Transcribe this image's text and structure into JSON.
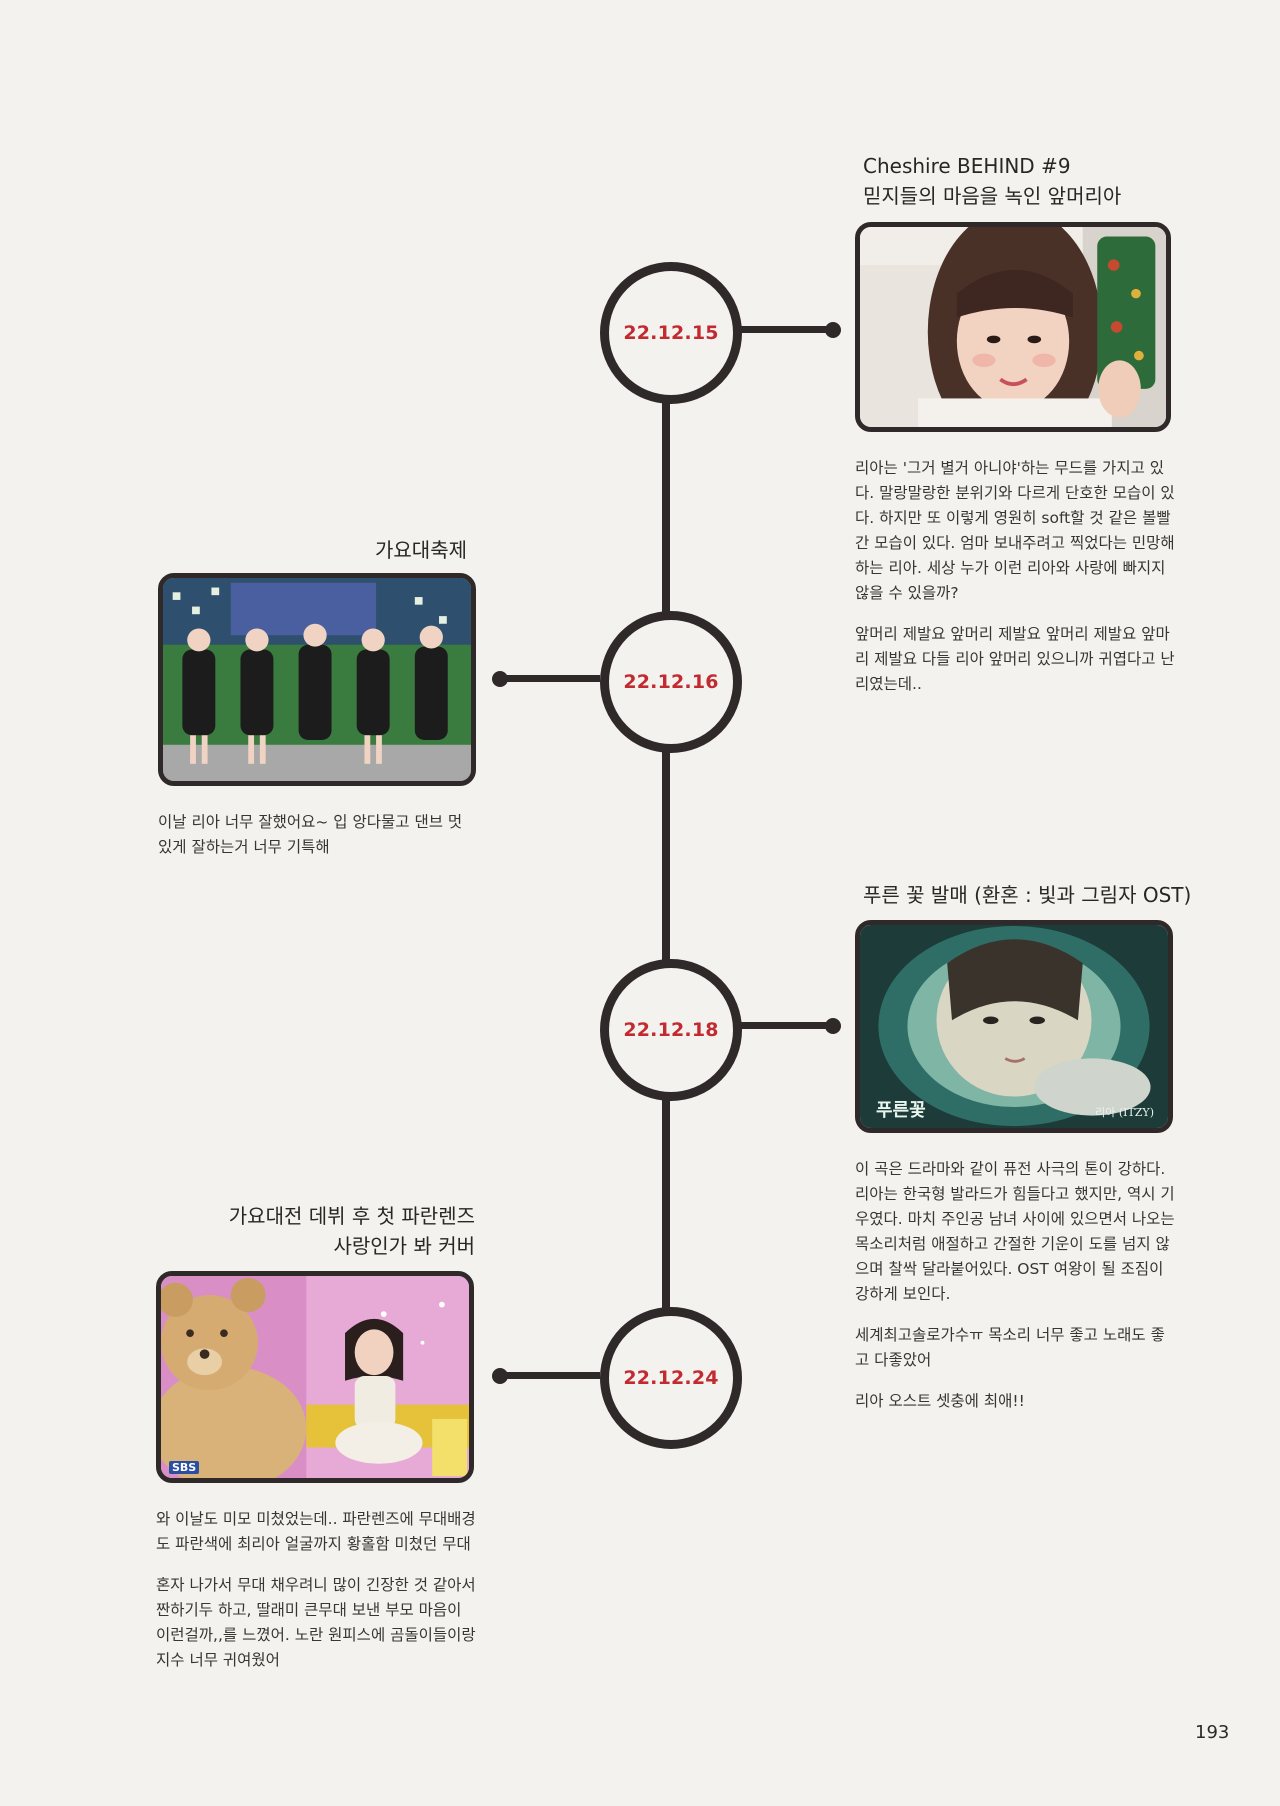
{
  "page_number": "193",
  "timeline": {
    "dates": [
      "22.12.15",
      "22.12.16",
      "22.12.18",
      "22.12.24"
    ]
  },
  "entries": [
    {
      "title_lines": [
        "Cheshire BEHIND #9",
        "믿지들의 마음을 녹인 앞머리아"
      ],
      "paragraphs": [
        "리아는 '그거 별거 아니야'하는 무드를 가지고 있다. 말랑말랑한 분위기와 다르게 단호한 모습이 있다. 하지만 또 이렇게 영원히 soft할 것 같은 볼빨간 모습이 있다. 엄마 보내주려고 찍었다는 민망해하는 리아. 세상 누가 이런 리아와 사랑에 빠지지 않을 수 있을까?",
        "앞머리 제발요 앞머리 제발요 앞머리 제발요 앞마리 제발요 다들 리아 앞머리 있으니까 귀엽다고 난리였는데.."
      ]
    },
    {
      "title_lines": [
        "가요대축제"
      ],
      "paragraphs": [
        "이날 리아 너무 잘했어요~ 입 앙다물고 댄브 멋있게 잘하는거 너무 기특해"
      ]
    },
    {
      "title_lines": [
        "푸른 꽃 발매 (환혼 : 빛과 그림자 OST)"
      ],
      "photo_caption_left": "푸른꽃",
      "photo_caption_right": "리아 (ITZY)",
      "paragraphs": [
        "이 곡은 드라마와 같이 퓨전 사극의 톤이 강하다. 리아는 한국형 발라드가 힘들다고 했지만, 역시 기우였다. 마치 주인공 남녀 사이에 있으면서 나오는 목소리처럼 애절하고 간절한 기운이 도를 넘지 않으며 찰싹 달라붙어있다. OST 여왕이 될 조짐이 강하게 보인다.",
        "세계최고솔로가수ㅠ 목소리 너무 좋고 노래도 좋고 다좋았어",
        "리아 오스트 셋충에 최애!!"
      ]
    },
    {
      "title_lines": [
        "가요대전 데뷔 후 첫 파란렌즈",
        "사랑인가 봐 커버"
      ],
      "photo_badge": "SBS",
      "paragraphs": [
        "와 이날도 미모 미쳤었는데.. 파란렌즈에 무대배경도 파란색에 최리아 얼굴까지 황홀함 미쳤던 무대",
        "혼자 나가서 무대 채우려니 많이 긴장한 것 같아서 짠하기두 하고, 딸래미 큰무대 보낸 부모 마음이 이런걸까,,를 느꼈어. 노란 원피스에 곰돌이들이랑 지수 너무 귀여웠어"
      ]
    }
  ]
}
